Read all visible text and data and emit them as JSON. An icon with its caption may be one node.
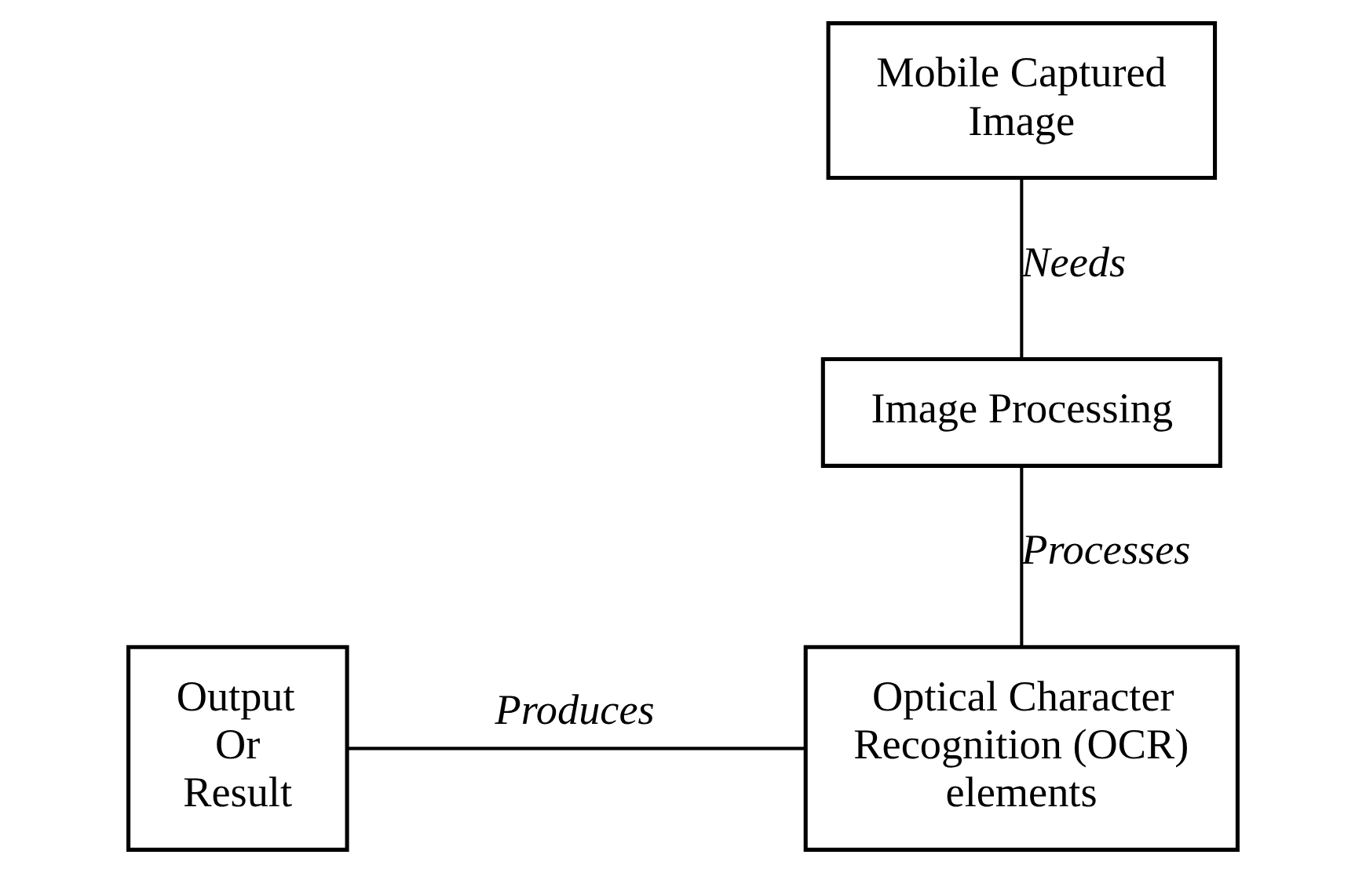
{
  "diagram": {
    "nodes": [
      {
        "text": [
          "Mobile Captured Image"
        ]
      },
      {
        "text": [
          "Image Processing"
        ]
      },
      {
        "text": [
          "Optical Character Recognition (OCR) elements"
        ]
      },
      {
        "text": [
          "Output Or Result"
        ]
      }
    ],
    "edges": [
      {
        "from": 0,
        "to": 1,
        "arrow": "none",
        "label": "Needs"
      },
      {
        "from": 1,
        "to": 2,
        "arrow": "none",
        "label": "Processes"
      },
      {
        "from": 2,
        "to": 3,
        "arrow": "none",
        "label": "Produces"
      }
    ]
  }
}
